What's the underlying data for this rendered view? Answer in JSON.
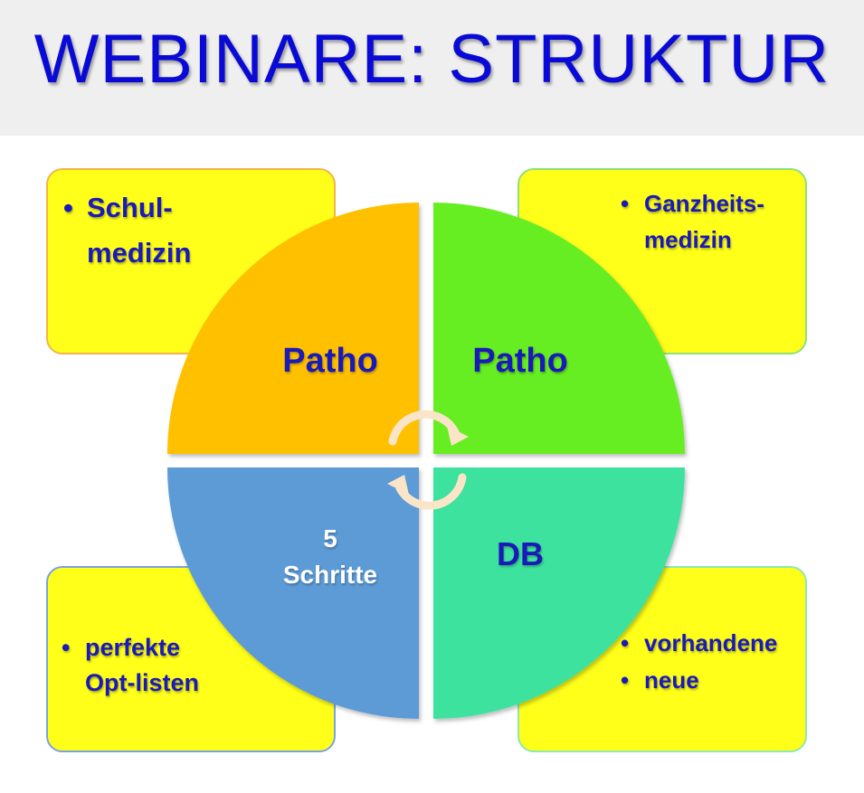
{
  "title": "WEBINARE: STRUKTUR",
  "boxes": {
    "top_left": [
      "Schul-",
      "medizin"
    ],
    "top_right": [
      "Ganzheits-",
      "medizin"
    ],
    "bottom_left": [
      "perfekte",
      "Opt-listen"
    ],
    "bottom_right": [
      "vorhandene",
      "neue"
    ]
  },
  "quadrants": {
    "top_left": "Patho",
    "top_right": "Patho",
    "bottom_left_line1": "5",
    "bottom_left_line2": "Schritte",
    "bottom_right": "DB"
  },
  "colors": {
    "title": "#0a0ad6",
    "box_fill": "#ffff1a",
    "quadrant_top_left": "#ffc000",
    "quadrant_top_right": "#66ee22",
    "quadrant_bottom_left": "#5b9bd5",
    "quadrant_bottom_right": "#3ee29e",
    "cycle_arrows": "#fbe5c8"
  },
  "icons": [
    "cycle-arrow-top-icon",
    "cycle-arrow-bottom-icon"
  ]
}
